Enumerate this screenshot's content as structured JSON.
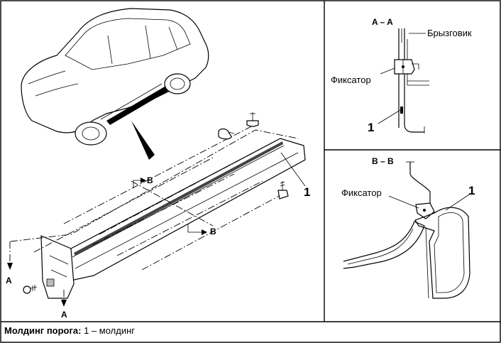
{
  "main_view": {
    "section_a_label": "A",
    "section_b_label": "B",
    "part_number": "1"
  },
  "detail_aa": {
    "title": "A – A",
    "splash_guard_label": "Брызговик",
    "clip_label": "Фиксатор",
    "part_number": "1"
  },
  "detail_bb": {
    "title": "B – B",
    "clip_label": "Фиксатор",
    "part_number": "1"
  },
  "caption": {
    "bold_text": "Молдинг порога:",
    "text": " 1 – молдинг"
  }
}
